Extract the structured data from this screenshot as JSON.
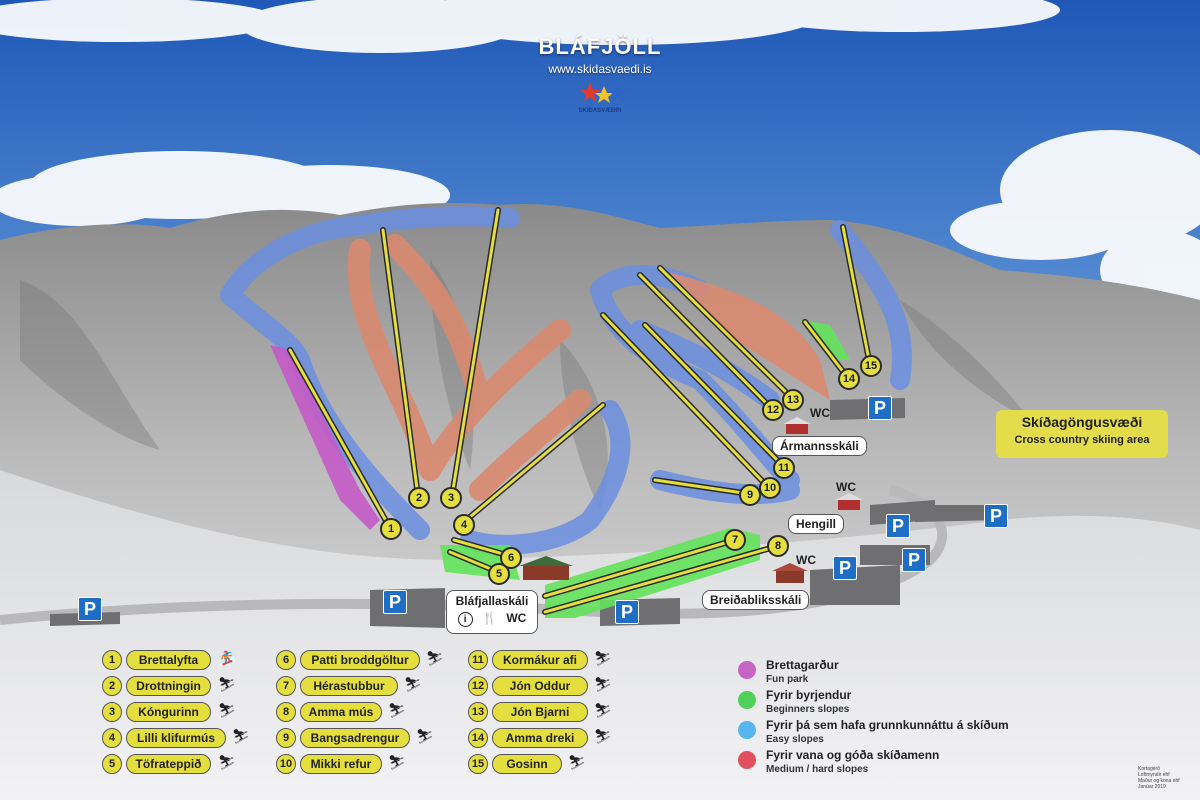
{
  "header": {
    "title": "BLÁFJÖLL",
    "url": "www.skidasvaedi.is",
    "logo_text": "SKÍÐASVÆÐIN"
  },
  "lift_markers": [
    {
      "n": "1"
    },
    {
      "n": "2"
    },
    {
      "n": "3"
    },
    {
      "n": "4"
    },
    {
      "n": "5"
    },
    {
      "n": "6"
    },
    {
      "n": "7"
    },
    {
      "n": "8"
    },
    {
      "n": "9"
    },
    {
      "n": "10"
    },
    {
      "n": "11"
    },
    {
      "n": "12"
    },
    {
      "n": "13"
    },
    {
      "n": "14"
    },
    {
      "n": "15"
    }
  ],
  "places": {
    "armannsskali": "Ármannsskáli",
    "hengill": "Hengill",
    "breidabliksskali": "Breiðabliksskáli",
    "blafjallaskali": "Bláfjallaskáli",
    "wc": "WC",
    "info_icon": "i",
    "restaurant_icon": "fork-knife-icon"
  },
  "parking": {
    "label": "P"
  },
  "cross_country": {
    "title": "Skíðagöngusvæði",
    "subtitle": "Cross country skiing area"
  },
  "lifts": [
    {
      "num": "1",
      "name": "Brettalyfta",
      "icon": "snowboard-icon"
    },
    {
      "num": "2",
      "name": "Drottningin",
      "icon": "chairlift-icon"
    },
    {
      "num": "3",
      "name": "Kóngurinn",
      "icon": "chairlift-icon"
    },
    {
      "num": "4",
      "name": "Lilli klifurmús",
      "icon": "tbar-icon"
    },
    {
      "num": "5",
      "name": "Töfrateppið",
      "icon": "carpet-icon"
    },
    {
      "num": "6",
      "name": "Patti broddgöltur",
      "icon": "rope-tow-icon"
    },
    {
      "num": "7",
      "name": "Hérastubbur",
      "icon": "tbar-icon"
    },
    {
      "num": "8",
      "name": "Amma mús",
      "icon": "tbar-icon"
    },
    {
      "num": "9",
      "name": "Bangsadrengur",
      "icon": "rope-tow-icon"
    },
    {
      "num": "10",
      "name": "Mikki refur",
      "icon": "tbar-icon"
    },
    {
      "num": "11",
      "name": "Kormákur afi",
      "icon": "tbar-icon"
    },
    {
      "num": "12",
      "name": "Jón Oddur",
      "icon": "tbar-icon"
    },
    {
      "num": "13",
      "name": "Jón Bjarni",
      "icon": "tbar-icon"
    },
    {
      "num": "14",
      "name": "Amma dreki",
      "icon": "tbar-icon"
    },
    {
      "num": "15",
      "name": "Gosinn",
      "icon": "carpet-icon"
    }
  ],
  "slope_legend": [
    {
      "title": "Brettagarður",
      "sub": "Fun park",
      "color": "#c765c4"
    },
    {
      "title": "Fyrir byrjendur",
      "sub": "Beginners slopes",
      "color": "#4fd05a"
    },
    {
      "title": "Fyrir  þá sem hafa grunnkunnáttu á skíðum",
      "sub": "Easy slopes",
      "color": "#57b6ef"
    },
    {
      "title": "Fyrir vana og góða skíðamenn",
      "sub": "Medium / hard slopes",
      "color": "#e05060"
    }
  ],
  "credit": [
    "Kortagerð",
    "Loftmyndir ehf",
    "Maður og kona ehf",
    "Janúar 2019"
  ],
  "colors": {
    "lift": "#e4df3e",
    "parking": "#1e6ec6",
    "easy": "#6b8fe0",
    "hard": "#d98a6f",
    "beginner": "#63e35a",
    "funpark": "#c45ac8"
  }
}
